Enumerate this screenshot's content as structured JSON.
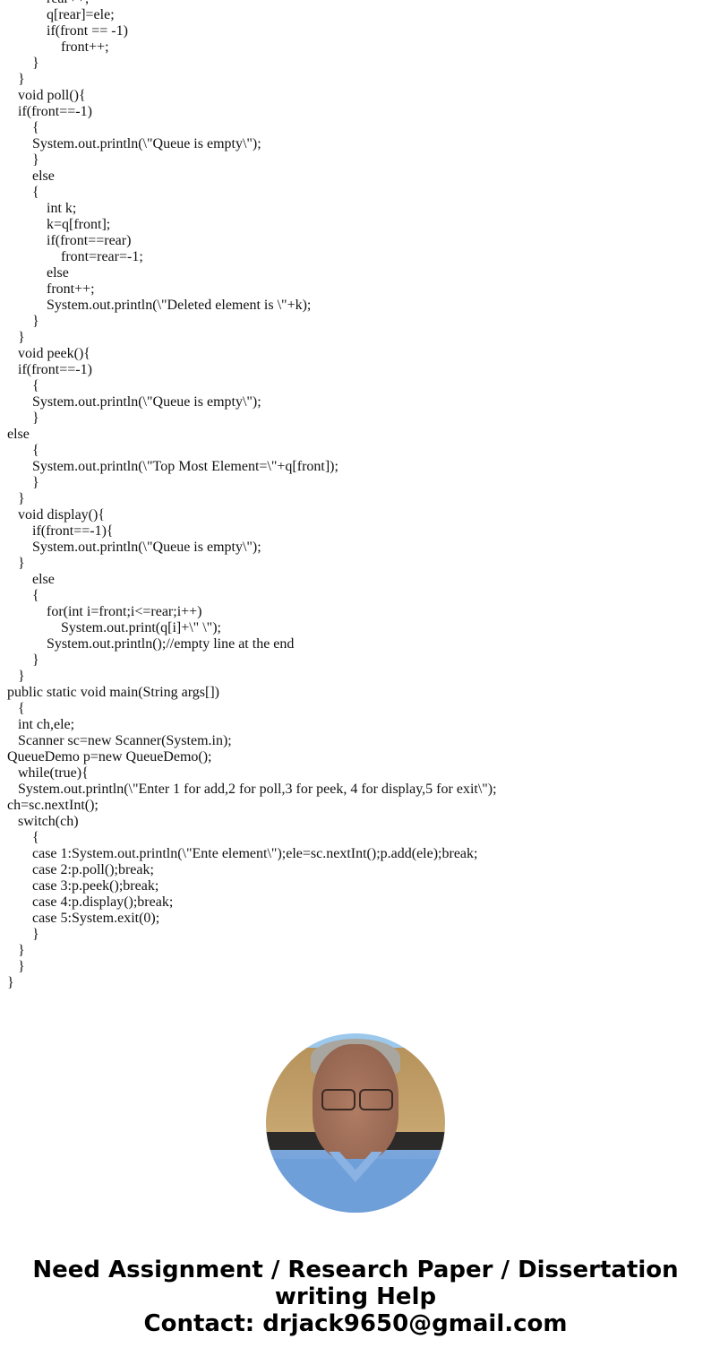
{
  "code": {
    "lines": [
      {
        "indent": 3,
        "text": "rear++;"
      },
      {
        "indent": 3,
        "text": "q[rear]=ele;"
      },
      {
        "indent": 3,
        "text": "if(front == -1)"
      },
      {
        "indent": 4,
        "text": "front++;"
      },
      {
        "indent": 2,
        "text": "}"
      },
      {
        "indent": 1,
        "text": "}"
      },
      {
        "indent": 1,
        "text": "void poll(){"
      },
      {
        "indent": 1,
        "text": "if(front==-1)"
      },
      {
        "indent": 2,
        "text": "{"
      },
      {
        "indent": 2,
        "text": "System.out.println(\\\"Queue is empty\\\");"
      },
      {
        "indent": 2,
        "text": "}"
      },
      {
        "indent": 2,
        "text": "else"
      },
      {
        "indent": 2,
        "text": "{"
      },
      {
        "indent": 3,
        "text": "int k;"
      },
      {
        "indent": 3,
        "text": "k=q[front];"
      },
      {
        "indent": 3,
        "text": "if(front==rear)"
      },
      {
        "indent": 4,
        "text": "front=rear=-1;"
      },
      {
        "indent": 3,
        "text": "else"
      },
      {
        "indent": 3,
        "text": "front++;"
      },
      {
        "indent": 3,
        "text": "System.out.println(\\\"Deleted element is \\\"+k);"
      },
      {
        "indent": 2,
        "text": "}"
      },
      {
        "indent": 1,
        "text": "}"
      },
      {
        "indent": 1,
        "text": "void peek(){"
      },
      {
        "indent": 1,
        "text": "if(front==-1)"
      },
      {
        "indent": 2,
        "text": "{"
      },
      {
        "indent": 2,
        "text": "System.out.println(\\\"Queue is empty\\\");"
      },
      {
        "indent": 2,
        "text": "}"
      },
      {
        "indent": 0,
        "text": "else"
      },
      {
        "indent": 2,
        "text": "{"
      },
      {
        "indent": 2,
        "text": "System.out.println(\\\"Top Most Element=\\\"+q[front]);"
      },
      {
        "indent": 2,
        "text": "}"
      },
      {
        "indent": 1,
        "text": "}"
      },
      {
        "indent": 1,
        "text": "void display(){"
      },
      {
        "indent": 2,
        "text": "if(front==-1){"
      },
      {
        "indent": 2,
        "text": "System.out.println(\\\"Queue is empty\\\");"
      },
      {
        "indent": 1,
        "text": "}"
      },
      {
        "indent": 2,
        "text": "else"
      },
      {
        "indent": 2,
        "text": "{"
      },
      {
        "indent": 3,
        "text": "for(int i=front;i<=rear;i++)"
      },
      {
        "indent": 4,
        "text": "System.out.print(q[i]+\\\" \\\");"
      },
      {
        "indent": 3,
        "text": "System.out.println();//empty line at the end"
      },
      {
        "indent": 2,
        "text": "}"
      },
      {
        "indent": 1,
        "text": "}"
      },
      {
        "indent": 0,
        "text": "public static void main(String args[])"
      },
      {
        "indent": 1,
        "text": "{"
      },
      {
        "indent": 1,
        "text": "int ch,ele;"
      },
      {
        "indent": 1,
        "text": "Scanner sc=new Scanner(System.in);"
      },
      {
        "indent": 0,
        "text": "QueueDemo p=new QueueDemo();"
      },
      {
        "indent": 1,
        "text": "while(true){"
      },
      {
        "indent": 1,
        "text": "System.out.println(\\\"Enter 1 for add,2 for poll,3 for peek, 4 for display,5 for exit\\\");"
      },
      {
        "indent": 0,
        "text": "ch=sc.nextInt();"
      },
      {
        "indent": 1,
        "text": "switch(ch)"
      },
      {
        "indent": 2,
        "text": "{"
      },
      {
        "indent": 2,
        "text": "case 1:System.out.println(\\\"Ente element\\\");ele=sc.nextInt();p.add(ele);break;"
      },
      {
        "indent": 2,
        "text": "case 2:p.poll();break;"
      },
      {
        "indent": 2,
        "text": "case 3:p.peek();break;"
      },
      {
        "indent": 2,
        "text": "case 4:p.display();break;"
      },
      {
        "indent": 2,
        "text": "case 5:System.exit(0);"
      },
      {
        "indent": 2,
        "text": "}"
      },
      {
        "indent": 1,
        "text": "}"
      },
      {
        "indent": 1,
        "text": "}"
      },
      {
        "indent": 0,
        "text": "}"
      }
    ]
  },
  "avatar": {
    "alt": "author-photo"
  },
  "footer": {
    "line1": "Need Assignment / Research Paper / Dissertation",
    "line2": "writing Help",
    "line3": "Contact: drjack9650@gmail.com"
  }
}
